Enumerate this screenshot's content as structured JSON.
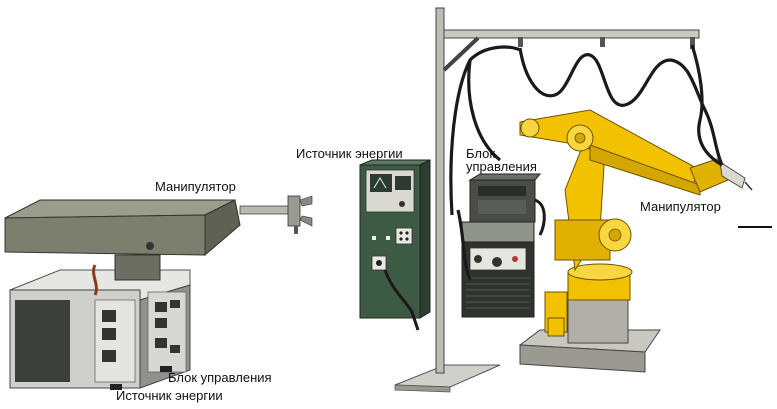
{
  "labels": {
    "manipulator_left": "Манипулятор",
    "control_unit_left": "Блок управления",
    "power_source_left": "Источник энергии",
    "power_source_mid": "Источник энергии",
    "control_unit_mid_line1": "Блок",
    "control_unit_mid_line2": "управления",
    "manipulator_right": "Манипулятор"
  },
  "colors": {
    "robot_yellow": "#f2c200",
    "arm_grey": "#7d7f6e",
    "cabinet_grey": "#cfcfcc",
    "cabinet_dark": "#3c3f3a",
    "power_green": "#3d5a44",
    "cable": "#1a1a1a"
  }
}
